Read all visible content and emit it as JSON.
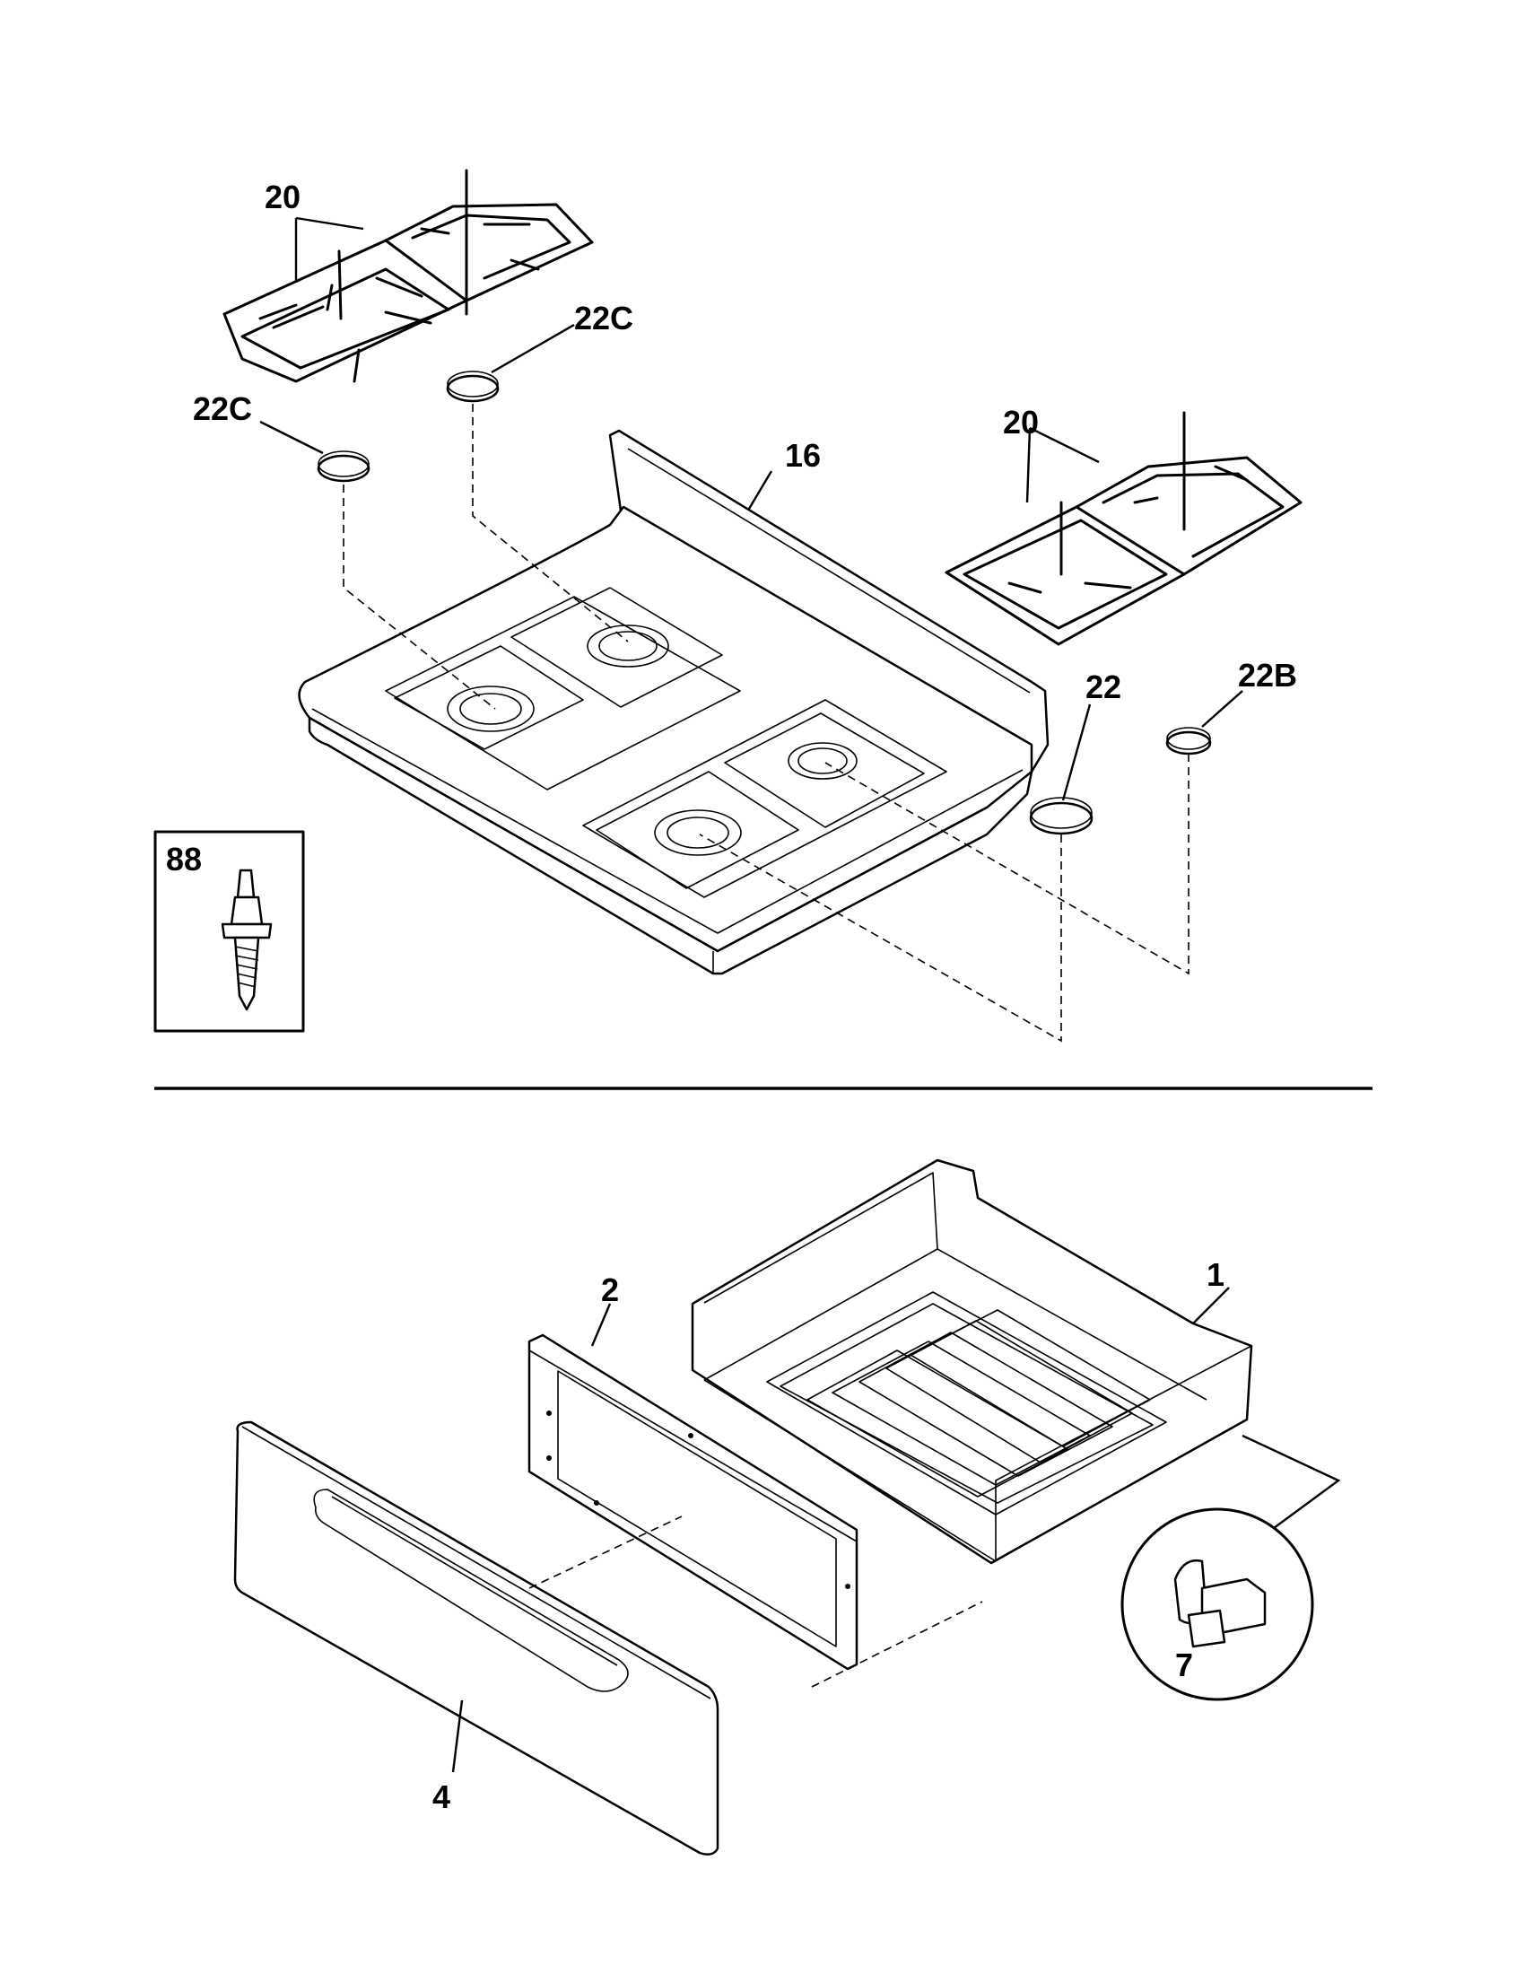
{
  "callouts": {
    "grates_left": "20",
    "cap_left_upper": "22C",
    "cap_left_lower": "22C",
    "cooktop": "16",
    "grates_right": "20",
    "cap_large": "22",
    "cap_medium": "22B",
    "screw": "88",
    "drawer_body": "1",
    "drawer_frame": "2",
    "drawer_front": "4",
    "drawer_clip": "7"
  }
}
